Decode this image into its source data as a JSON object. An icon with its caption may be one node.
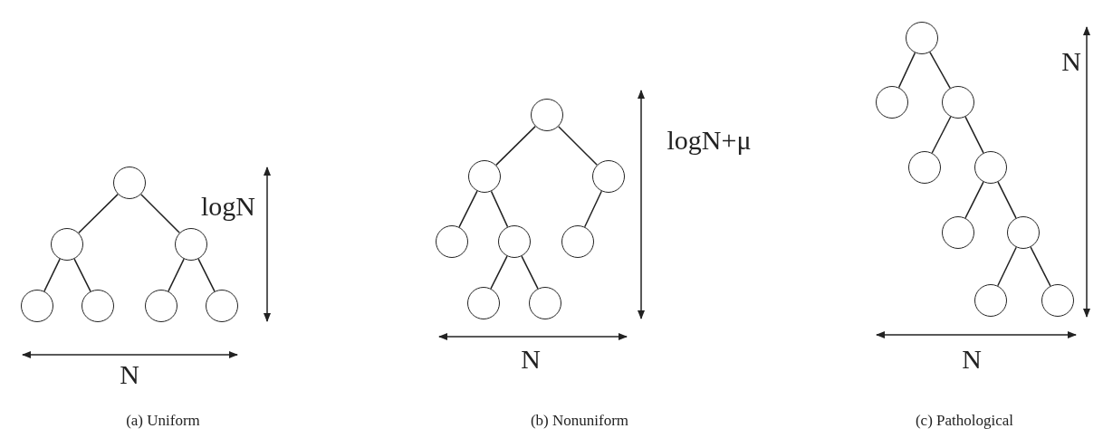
{
  "diagram": {
    "nodes": [
      {
        "text": [],
        "shape": "circle"
      },
      {
        "text": [],
        "shape": "circle"
      },
      {
        "text": [],
        "shape": "circle"
      },
      {
        "text": [],
        "shape": "circle"
      },
      {
        "text": [],
        "shape": "circle"
      },
      {
        "text": [],
        "shape": "circle"
      },
      {
        "text": [],
        "shape": "circle"
      },
      {
        "text": [],
        "shape": "circle"
      },
      {
        "text": [],
        "shape": "circle"
      },
      {
        "text": [],
        "shape": "circle"
      },
      {
        "text": [],
        "shape": "circle"
      },
      {
        "text": [],
        "shape": "circle"
      },
      {
        "text": [],
        "shape": "circle"
      },
      {
        "text": [],
        "shape": "circle"
      },
      {
        "text": [],
        "shape": "circle"
      },
      {
        "text": [],
        "shape": "circle"
      },
      {
        "text": [],
        "shape": "circle"
      },
      {
        "text": [],
        "shape": "circle"
      },
      {
        "text": [],
        "shape": "circle"
      },
      {
        "text": [],
        "shape": "circle"
      },
      {
        "text": [],
        "shape": "circle"
      },
      {
        "text": [],
        "shape": "circle"
      },
      {
        "text": [],
        "shape": "circle"
      },
      {
        "text": [],
        "shape": "circle"
      }
    ],
    "edges": [
      {
        "from": 0,
        "to": 1,
        "arrow": "none"
      },
      {
        "from": 0,
        "to": 2,
        "arrow": "none"
      },
      {
        "from": 1,
        "to": 3,
        "arrow": "none"
      },
      {
        "from": 1,
        "to": 4,
        "arrow": "none"
      },
      {
        "from": 2,
        "to": 5,
        "arrow": "none"
      },
      {
        "from": 2,
        "to": 6,
        "arrow": "none"
      },
      {
        "from": 7,
        "to": 8,
        "arrow": "none"
      },
      {
        "from": 7,
        "to": 9,
        "arrow": "none"
      },
      {
        "from": 8,
        "to": 10,
        "arrow": "none"
      },
      {
        "from": 8,
        "to": 11,
        "arrow": "none"
      },
      {
        "from": 9,
        "to": 12,
        "arrow": "none"
      },
      {
        "from": 11,
        "to": 13,
        "arrow": "none"
      },
      {
        "from": 11,
        "to": 14,
        "arrow": "none"
      },
      {
        "from": 15,
        "to": 16,
        "arrow": "none"
      },
      {
        "from": 15,
        "to": 17,
        "arrow": "none"
      },
      {
        "from": 17,
        "to": 18,
        "arrow": "none"
      },
      {
        "from": 17,
        "to": 19,
        "arrow": "none"
      },
      {
        "from": 19,
        "to": 20,
        "arrow": "none"
      },
      {
        "from": 19,
        "to": 21,
        "arrow": "none"
      },
      {
        "from": 21,
        "to": 22,
        "arrow": "none"
      },
      {
        "from": 21,
        "to": 23,
        "arrow": "none"
      }
    ],
    "labels": [
      "N",
      "logN+μ",
      "logN",
      "N",
      "N",
      "N",
      "(a) Uniform",
      "(b) Nonuniform",
      "(c) Pathological"
    ]
  }
}
